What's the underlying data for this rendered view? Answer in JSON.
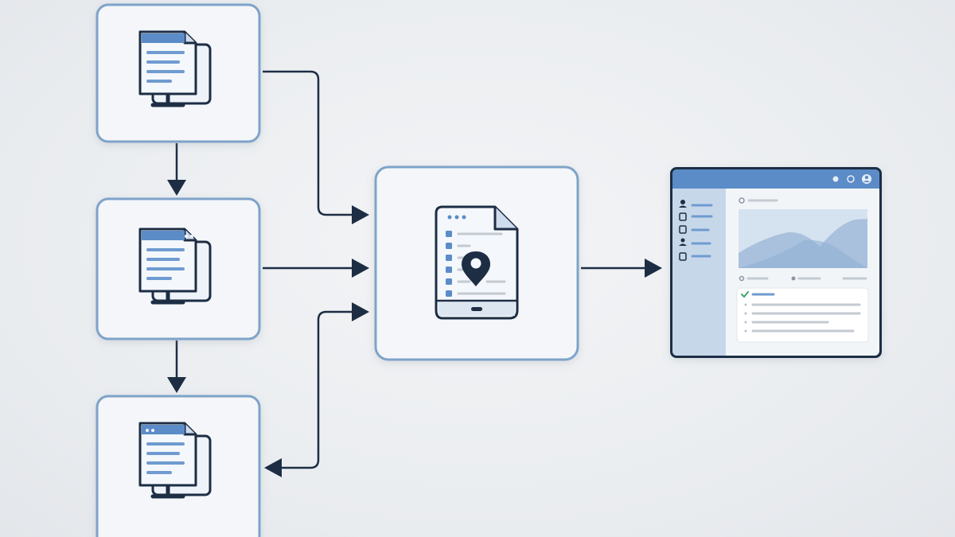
{
  "diagram": {
    "nodes": [
      {
        "id": "workstation-1",
        "icon": "desktop-document-icon"
      },
      {
        "id": "workstation-2",
        "icon": "desktop-document-icon"
      },
      {
        "id": "workstation-3",
        "icon": "desktop-document-icon"
      },
      {
        "id": "central-hub",
        "icon": "tablet-location-document-icon"
      },
      {
        "id": "dashboard",
        "icon": "dashboard-window-icon"
      }
    ],
    "edges": [
      {
        "from": "workstation-1",
        "to": "workstation-2"
      },
      {
        "from": "workstation-2",
        "to": "workstation-3"
      },
      {
        "from": "workstation-1",
        "to": "central-hub"
      },
      {
        "from": "workstation-2",
        "to": "central-hub"
      },
      {
        "from": "central-hub",
        "to": "workstation-3"
      },
      {
        "from": "workstation-3",
        "to": "central-hub"
      },
      {
        "from": "central-hub",
        "to": "dashboard"
      }
    ],
    "colors": {
      "accent": "#5b8cc8",
      "ink": "#1d2d44",
      "border": "#7fa3c9",
      "background": "#eceef1"
    }
  }
}
